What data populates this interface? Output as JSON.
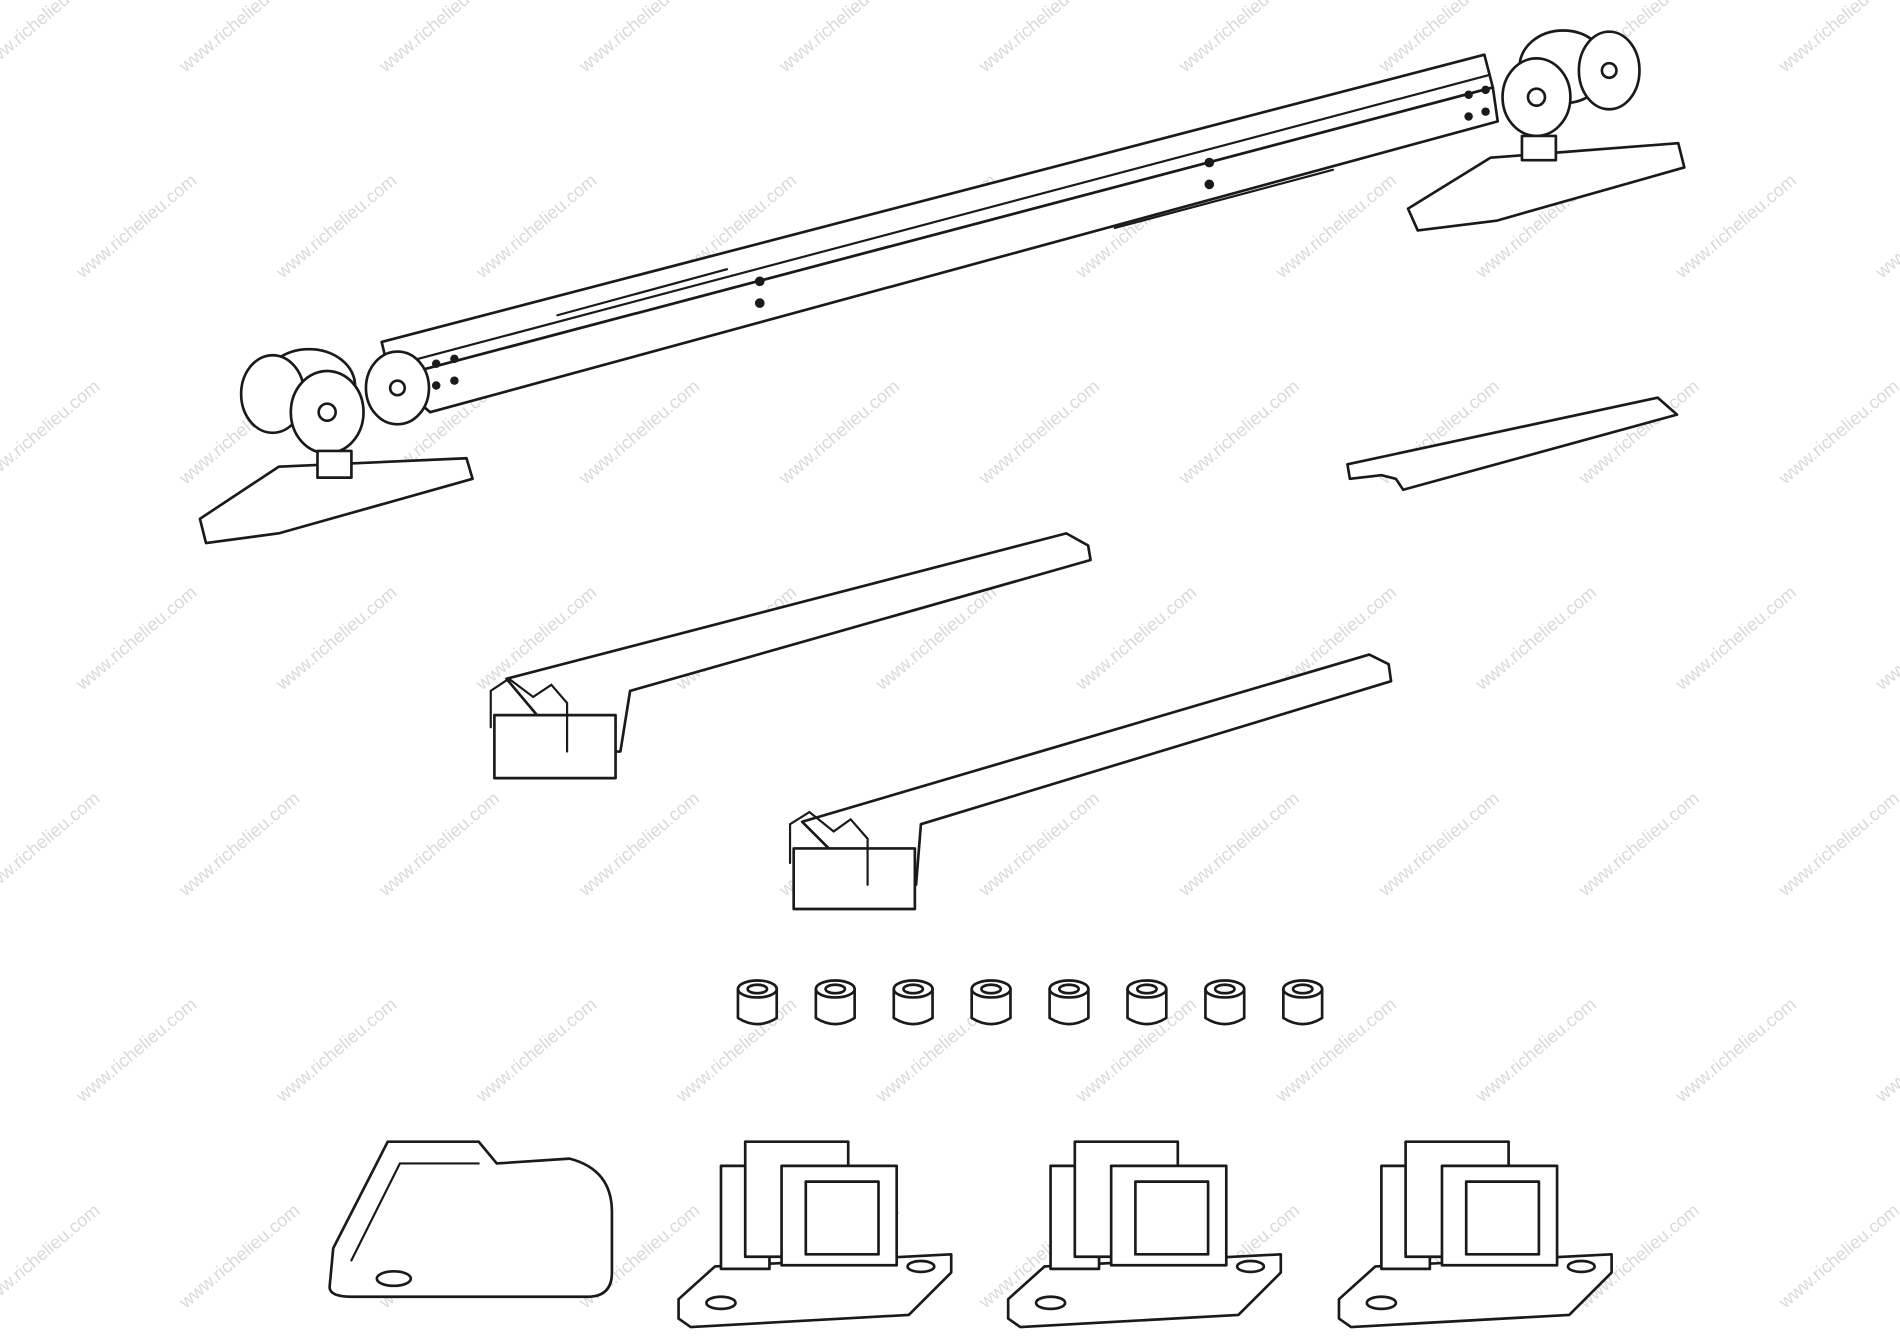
{
  "watermark": {
    "text": "www.richelieu.com",
    "color": "#d9d9d9"
  },
  "parts": {
    "track_assembly": "sliding-door-track-with-roller-carriages",
    "connector_plate": "flat-connector-plate",
    "arms": 2,
    "spacers": 8,
    "end_guide": 1,
    "floor_guides": 3
  }
}
